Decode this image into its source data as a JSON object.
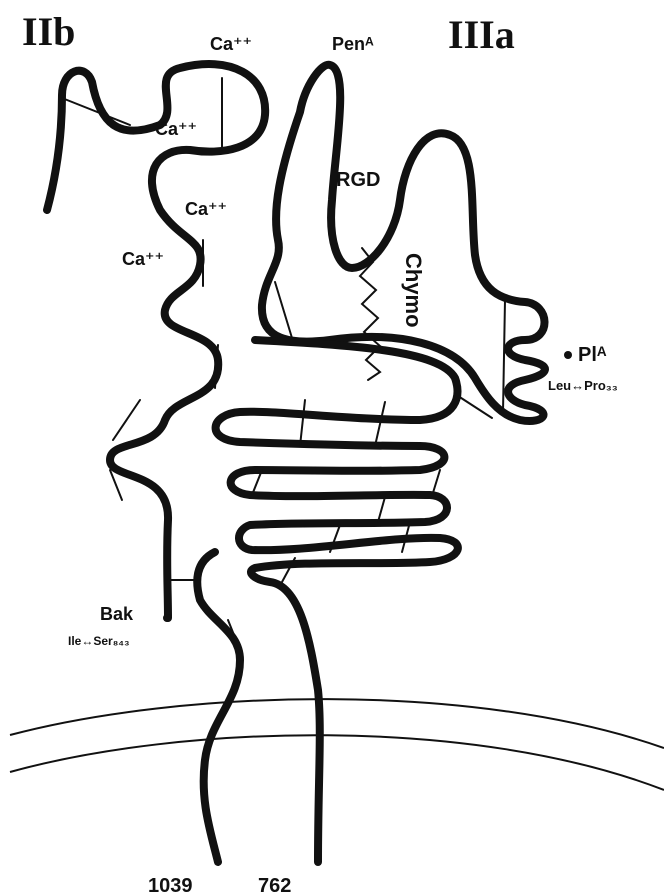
{
  "subunits": {
    "iib_label": "IIb",
    "iiia_label": "IIIa"
  },
  "calcium_sites": [
    "Ca⁺⁺",
    "Ca⁺⁺",
    "Ca⁺⁺",
    "Ca⁺⁺"
  ],
  "alloantigens": {
    "pen": "Penᴬ",
    "pl": "Plᴬ",
    "pl_mutation": "Leu↔Pro₃₃",
    "bak": "Bak",
    "bak_mutation": "Ile↔Ser₈₄₃"
  },
  "sites": {
    "rgd": "RGD",
    "chymo": "Chymo"
  },
  "termini": {
    "iib_end": "1039",
    "iiia_end": "762"
  },
  "colors": {
    "ink": "#111111",
    "background": "#ffffff"
  }
}
